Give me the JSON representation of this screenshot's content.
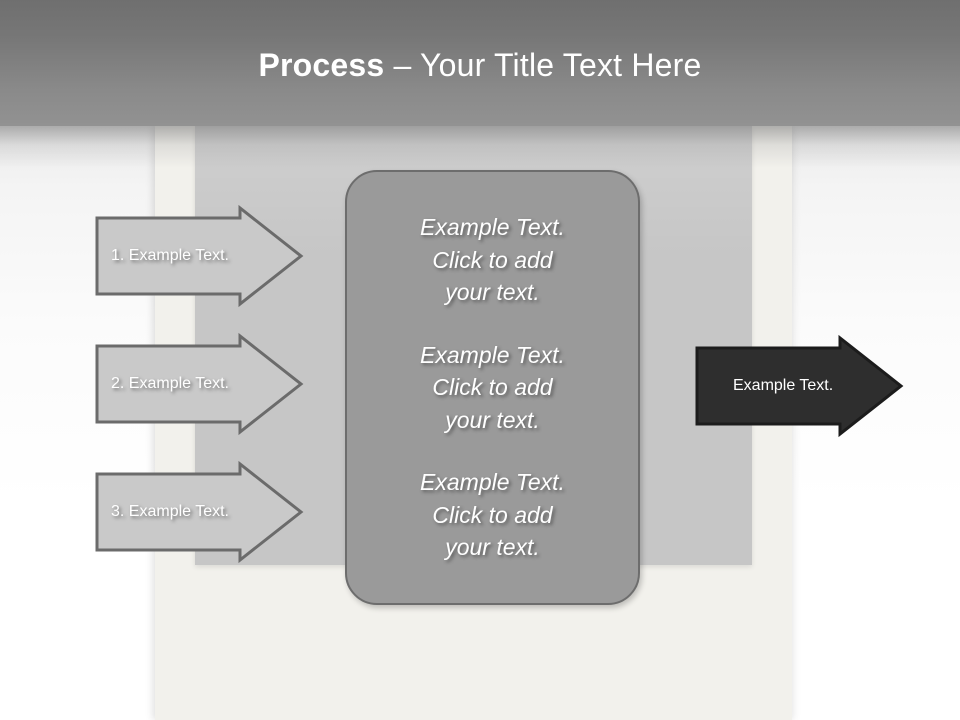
{
  "slide": {
    "title_bold": "Process ",
    "title_regular": "– Your Title Text Here"
  },
  "process_steps": [
    {
      "label": "1. Example Text."
    },
    {
      "label": "2. Example Text."
    },
    {
      "label": "3. Example Text."
    }
  ],
  "center_panel": {
    "blocks": [
      {
        "text": "Example Text.\nClick  to add\nyour text."
      },
      {
        "text": "Example Text.\nClick  to add\nyour text."
      },
      {
        "text": "Example Text.\nClick  to add\nyour text."
      }
    ]
  },
  "output_arrow": {
    "label": "Example Text."
  },
  "colors": {
    "header_top": "#6f6f6f",
    "header_bottom": "#929292",
    "paper_sheet": "#f2f1ec",
    "grey_panel": "#c6c6c6",
    "center_box_fill": "#9a9a9a",
    "center_box_stroke": "#6d6d6d",
    "light_arrow_fill": "#c9c9c9",
    "light_arrow_stroke": "#6b6b6b",
    "dark_arrow_fill": "#2e2e2e",
    "dark_arrow_stroke": "#1c1c1c",
    "text_white": "#ffffff"
  }
}
